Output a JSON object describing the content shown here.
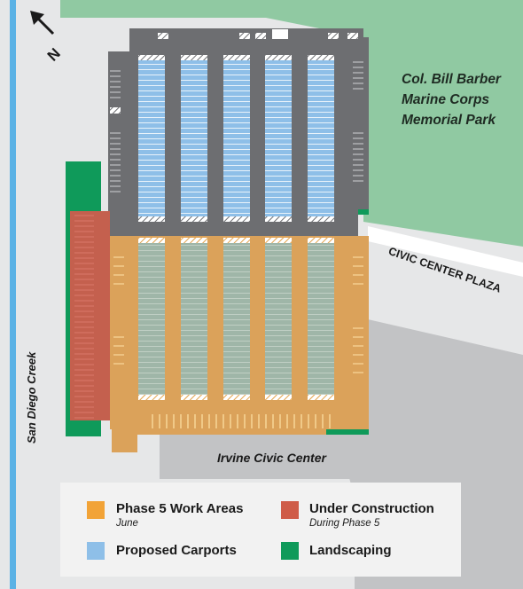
{
  "map": {
    "park_label_lines": [
      "Col. Bill Barber",
      "Marine Corps",
      "Memorial Park"
    ],
    "road_label": "CIVIC CENTER PLAZA",
    "creek_label": "San Diego Creek",
    "civic_center_label": "Irvine Civic Center",
    "north_label": "N"
  },
  "legend": {
    "phase5": {
      "title": "Phase 5 Work Areas",
      "subtitle": "June",
      "color": "#f2a337"
    },
    "construction": {
      "title": "Under Construction",
      "subtitle": "During Phase 5",
      "color": "#cf5c48"
    },
    "carports": {
      "title": "Proposed Carports",
      "color": "#8ebfe8"
    },
    "landscaping": {
      "title": "Landscaping",
      "color": "#0f9a5a"
    }
  },
  "colors": {
    "park": "#90c9a2",
    "asphalt": "#6d6e71",
    "road": "#c2c3c5",
    "creek": "#5bb2e5",
    "background": "#e6e7e8"
  }
}
